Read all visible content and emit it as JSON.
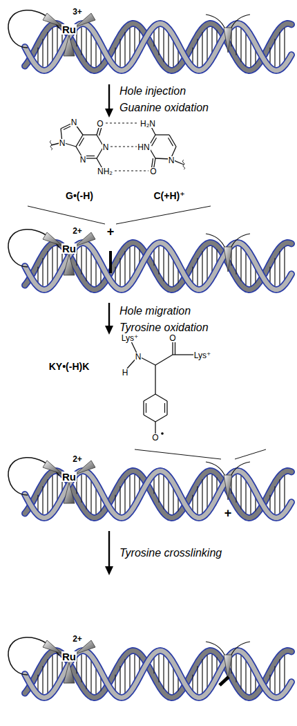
{
  "diagram": {
    "labels": [
      "3+",
      "Ru",
      "Hole injection",
      "Guanine oxidation",
      "N",
      "O",
      "H₂N",
      "N",
      "N",
      "HN",
      "N",
      "N",
      "NH₂",
      "O",
      "G•(-H)",
      "C(+H)⁺",
      "2+",
      "Ru",
      "+",
      "Hole migration",
      "Tyrosine oxidation",
      "Lys⁺",
      "O",
      "N",
      "Lys⁺",
      "KY•(-H)K",
      "H",
      "O",
      "2+",
      "Ru",
      "+",
      "Tyrosine crosslinking",
      "2+",
      "Ru"
    ]
  }
}
